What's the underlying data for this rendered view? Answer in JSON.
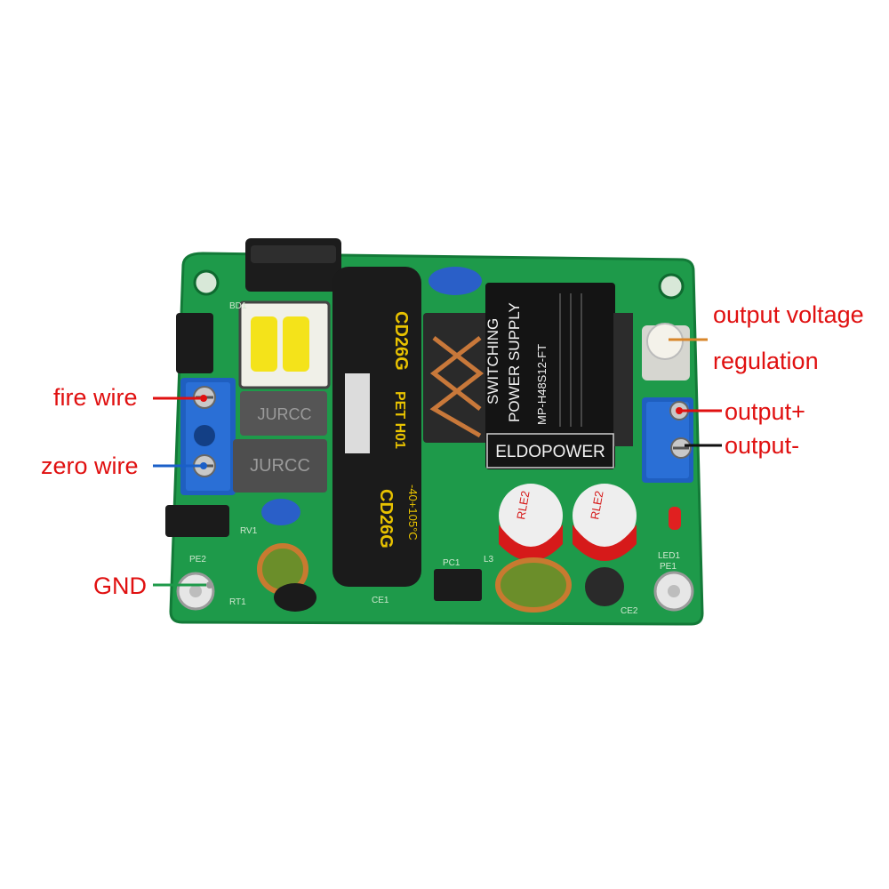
{
  "colors": {
    "label_red": "#e01010",
    "leader_red": "#e01010",
    "leader_blue": "#1a5fc8",
    "leader_orange": "#d8862a",
    "leader_black": "#111111",
    "pcb_green": "#1e9a4a",
    "terminal_blue": "#1f5fc0",
    "capacitor_black": "#1b1b1b",
    "capacitor_text": "#e8c200"
  },
  "annotations": {
    "fire_wire": "fire wire",
    "zero_wire": "zero wire",
    "gnd": "GND",
    "output_voltage": "output voltage",
    "regulation": "regulation",
    "output_plus": "output+",
    "output_minus": "output-"
  },
  "board": {
    "module_line1": "SWITCHING",
    "module_line2": "POWER SUPPLY",
    "module_brand": "ELDOPOWER",
    "module_model": "MP-H48S12-FT",
    "cap_marking_a": "CD26G",
    "cap_marking_b": "PET H01",
    "cap_marking_c": "-40+105°C",
    "inductor_a": "JURCC",
    "inductor_b": "JURCC",
    "small_cap_a": "RLE2",
    "small_cap_b": "RLE2",
    "silk_bd1": "BD1",
    "silk_rv1": "RV1",
    "silk_rt1": "RT1",
    "silk_pe2": "PE2",
    "silk_ce1": "CE1",
    "silk_ce2": "CE2",
    "silk_led1": "LED1",
    "silk_pe1": "PE1",
    "silk_l3": "L3",
    "silk_pc1": "PC1"
  }
}
